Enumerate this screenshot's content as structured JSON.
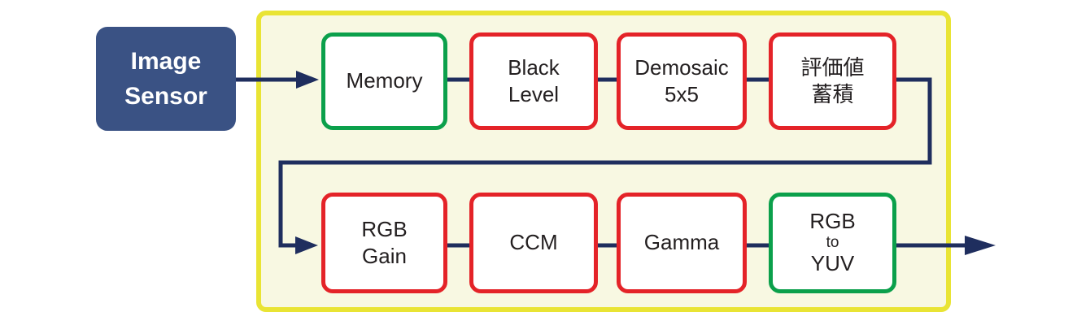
{
  "sensor": {
    "label": "Image\nSensor",
    "fill_color": "#3a5284",
    "text_color": "#ffffff"
  },
  "pipeline": {
    "container_border_color": "#e9e434",
    "container_fill_color": "#f8f8e2",
    "row1": [
      {
        "name": "memory",
        "label": "Memory",
        "border": "green"
      },
      {
        "name": "black-level",
        "label": "Black\nLevel",
        "border": "red"
      },
      {
        "name": "demosaic-5x5",
        "label": "Demosaic\n5x5",
        "border": "red"
      },
      {
        "name": "evaluation-value-accumulation",
        "label": "評価値\n蓄積",
        "border": "red"
      }
    ],
    "row2": [
      {
        "name": "rgb-gain",
        "label": "RGB\nGain",
        "border": "red"
      },
      {
        "name": "ccm",
        "label": "CCM",
        "border": "red"
      },
      {
        "name": "gamma",
        "label": "Gamma",
        "border": "red"
      },
      {
        "name": "rgb-to-yuv",
        "lines": [
          "RGB",
          "to",
          "YUV"
        ],
        "border": "green"
      }
    ]
  },
  "colors": {
    "arrow": "#1f2e5e",
    "red_border": "#e42328",
    "green_border": "#0ba04b",
    "block_fill": "#ffffff",
    "label_text": "#231f20"
  },
  "flow_order": [
    "Image Sensor",
    "Memory",
    "Black Level",
    "Demosaic 5x5",
    "評価値蓄積",
    "RGB Gain",
    "CCM",
    "Gamma",
    "RGB to YUV",
    "output"
  ]
}
